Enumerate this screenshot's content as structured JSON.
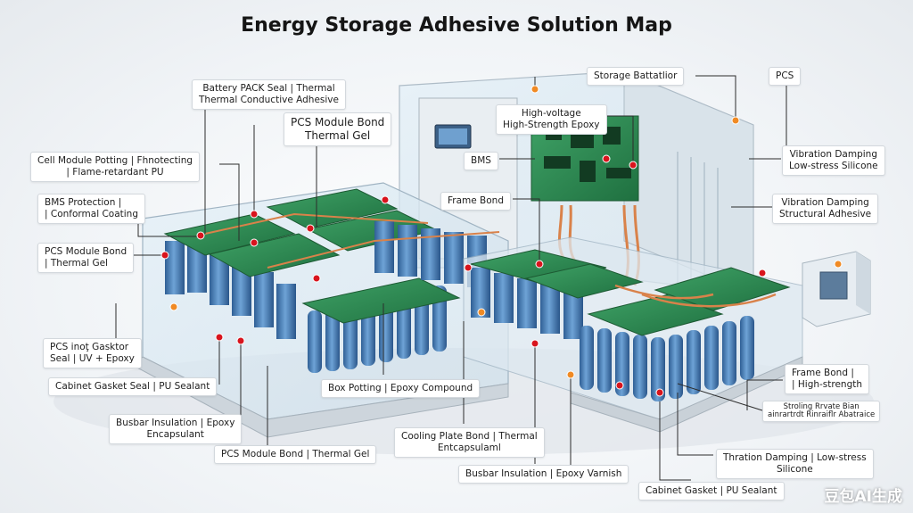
{
  "title": "Energy Storage Adhesive Solution Map",
  "labels": {
    "battery_pack_seal": [
      "Battery PACK Seal | Thermal",
      "Thermal Conductive Adhesive"
    ],
    "pcs_module_bond_top": [
      "PCS Module Bond",
      "Thermal Gel"
    ],
    "cell_module_potting": [
      "Cell Module Potting | Fhnotecting",
      "| Flame-retardant PU"
    ],
    "bms_protection": [
      "BMS Protection |",
      "| Conformal Coating"
    ],
    "pcs_module_bond_left": [
      "PCS Module Bond",
      "| Thermal Gel"
    ],
    "pcs_gasket_seal": [
      "PCS inoţ Gasktor",
      "Seal | UV + Epoxy"
    ],
    "cabinet_gasket_left": [
      "Cabinet Gasket Seal | PU Sealant"
    ],
    "busbar_insulation_left": [
      "Busbar Insulation | Epoxy",
      "Encapsulant"
    ],
    "pcs_module_bond_bottom": [
      "PCS Module Bond | Thermal Gel"
    ],
    "box_potting": [
      "Box Potting | Epoxy Compound"
    ],
    "cooling_plate_bond": [
      "Cooling Plate Bond | Thermal",
      "Entcapsulaml"
    ],
    "busbar_insulation_bottom": [
      "Busbar Insulation | Epoxy Varnish"
    ],
    "cabinet_gasket_bottom": [
      "Cabinet Gasket | PU Sealant"
    ],
    "high_voltage": [
      "High-voltage",
      "High-Strength Epoxy"
    ],
    "bms_center": [
      "BMS"
    ],
    "frame_bond_center": [
      "Frame Bond"
    ],
    "storage_battery": [
      "Storage Battatlior"
    ],
    "pcs": [
      "PCS"
    ],
    "vibration_damping_silicone": [
      "Vibration Damping",
      "Low-stress Silicone"
    ],
    "vibration_damping_structural": [
      "Vibration Damping",
      "Structural Adhesive"
    ],
    "frame_bond_right": [
      "Frame Bond |",
      "| High-strength"
    ],
    "stealing_private": [
      "Stroling Rrvate Bian",
      "ainrartrdt  Rinraiflr  Abatraice"
    ],
    "thration_damping": [
      "Thration Damping | Low-stress",
      "Silicone"
    ]
  },
  "watermark": "豆包AI生成",
  "colors": {
    "accent_dot": "#d8141d",
    "orange_dot": "#f08a24",
    "cell_blue": "#3f78b4",
    "pcb_green": "#2e8b4a",
    "cable_orange": "#d9824a",
    "glass": "#cfe3ef",
    "frame_gray": "#c5cbd2"
  }
}
